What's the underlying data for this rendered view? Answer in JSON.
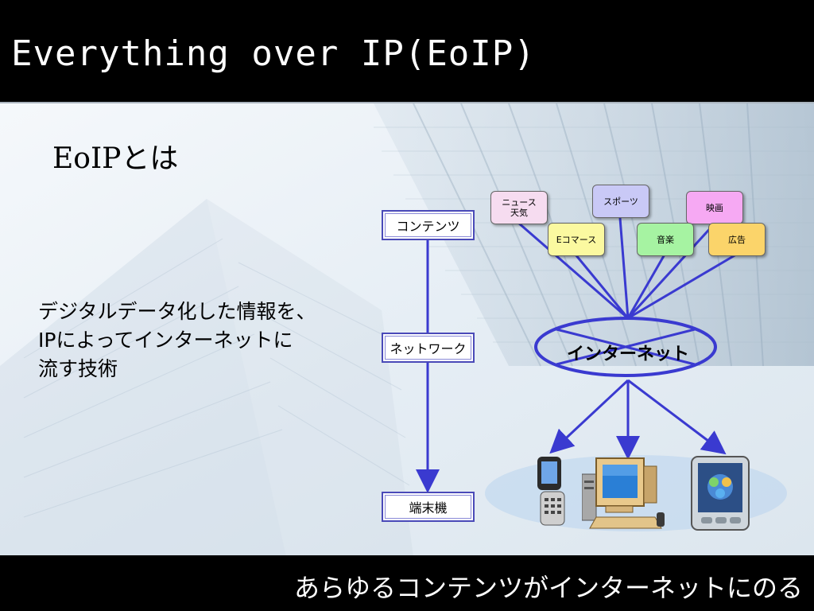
{
  "slide": {
    "title": "Everything over IP(EoIP)",
    "subtitle": "EoIPとは",
    "description_lines": [
      "デジタルデータ化した情報を、",
      "IPによってインターネットに",
      "流す技術"
    ],
    "footer": "あらゆるコンテンツがインターネットにのる"
  },
  "diagram": {
    "stages": [
      "コンテンツ",
      "ネットワーク",
      "端末機"
    ],
    "content_tags": [
      {
        "label": "ニュース\n天気",
        "color": "#f6dcf0"
      },
      {
        "label": "スポーツ",
        "color": "#c9c9f6"
      },
      {
        "label": "映画",
        "color": "#f6a9f3"
      },
      {
        "label": "Eコマース",
        "color": "#fbf9a0"
      },
      {
        "label": "音楽",
        "color": "#a6f3a2"
      },
      {
        "label": "広告",
        "color": "#fbd46a"
      }
    ],
    "network_label": "インターネット",
    "devices": [
      "mobile-phone-icon",
      "desktop-computer-icon",
      "pda-icon"
    ],
    "line_color": "#3a3ad0"
  }
}
